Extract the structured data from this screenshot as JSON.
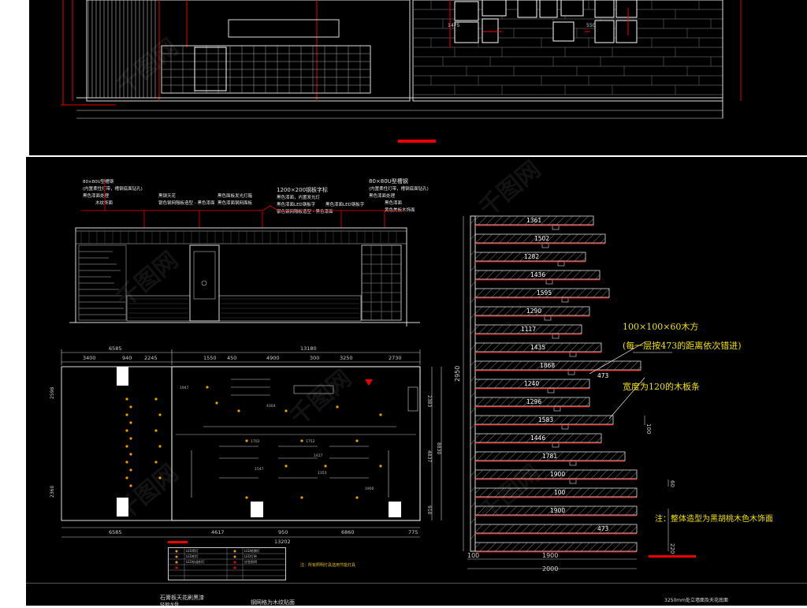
{
  "top_elevation": {
    "heights": [
      "1475",
      "550"
    ]
  },
  "back_elevation": {
    "callouts": [
      "80×80U型槽钢",
      "(内置柔性灯带，槽钢底面钻孔)",
      "黑色漆面处理",
      "木纹饰面",
      "黑钢天花",
      "银色钢网隔板造型 - 黑色漆面",
      "黑色面板发光灯箱",
      "黑色漆面钢网面板",
      "1200×200钢板字标",
      "黑色漆面，内置发光灯",
      "黑色漆面LED钢板字",
      "银色钢网隔板造型 - 黑色漆面",
      "黑色漆面LED钢板字",
      "80×80U型槽钢",
      "(内置柔性灯带，槽钢底面钻孔)",
      "黑色漆面处理",
      "黑色漆面",
      "黄色美板木饰面"
    ]
  },
  "plan": {
    "top_dims": [
      "6585",
      "13180",
      "3400",
      "940",
      "2245",
      "1550",
      "450",
      "4900",
      "300",
      "3250",
      "2730"
    ],
    "bottom_dims": [
      "6585",
      "4617",
      "950",
      "6860",
      "775",
      "13202"
    ],
    "right_dims": [
      "2383",
      "4837",
      "8830",
      "910"
    ],
    "left_dims": [
      "2598",
      "2360"
    ],
    "inner_dims": [
      "1947",
      "4304",
      "1702",
      "1752",
      "1547",
      "1427",
      "1353",
      "1900"
    ]
  },
  "stair_section": {
    "tread_labels": [
      "1361",
      "1502",
      "1282",
      "1436",
      "1595",
      "1290",
      "1117",
      "1435",
      "1868",
      "473",
      "1240",
      "1296",
      "1583",
      "1446",
      "1781",
      "1900",
      "100",
      "1900",
      "473"
    ],
    "note_timber": "100×100×60木方",
    "note_timber_sub": "(每一层按473的距离依次错进)",
    "note_width": "宽度为120的木板条",
    "note_main": "注：整体造型为黑胡桃木色木饰面",
    "height_dim": "2950",
    "bottom_dims": [
      "100",
      "1900",
      "2000"
    ],
    "right_dims": [
      "100",
      "220",
      "60"
    ]
  },
  "legend": {
    "rows": [
      [
        "LED筒灯"
      ],
      [
        "LED射灯"
      ],
      [
        "LED轨道射灯"
      ],
      [
        "LED格栅灯"
      ],
      [
        "LED灯带"
      ],
      [
        "应急照明"
      ]
    ],
    "title": "注：所有照明灯具选用节能灯具"
  },
  "bottom_strip": {
    "left": "石膏板天花刷黑漆",
    "mid": "钢网格为木纹贴面",
    "right": "3250mm处立墙面及天花底面",
    "left2": "轻钢龙骨"
  },
  "watermark": "千图网"
}
